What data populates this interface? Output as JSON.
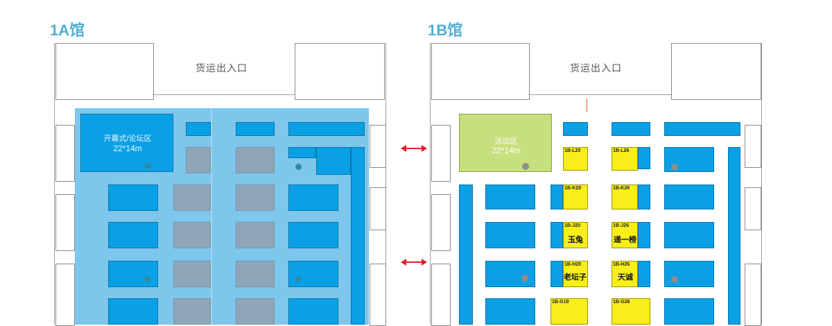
{
  "halls": [
    {
      "title": "1A馆",
      "dock_label": "货运出入口",
      "zone": {
        "name": "开幕式/论坛区",
        "size": "22*14m"
      }
    },
    {
      "title": "1B馆",
      "dock_label": "货运出入口",
      "zone": {
        "name": "活动区",
        "size": "22*14m"
      }
    }
  ],
  "booths_1b": [
    {
      "code": "1B-L20",
      "name": ""
    },
    {
      "code": "1B-L26",
      "name": ""
    },
    {
      "code": "1B-K20",
      "name": ""
    },
    {
      "code": "1B-K26",
      "name": ""
    },
    {
      "code": "1B-J20",
      "name": "玉兔"
    },
    {
      "code": "1B-J26",
      "name": "递一榜"
    },
    {
      "code": "1B-H20",
      "name": "老坛子"
    },
    {
      "code": "1B-H26",
      "name": "天诚"
    },
    {
      "code": "1B-G19",
      "name": ""
    },
    {
      "code": "1B-G26",
      "name": ""
    }
  ],
  "colors": {
    "hall_title": "#4fb0d4",
    "zone_1a": "#7dc6ec",
    "zone_1b": "#c7df7e",
    "booth_blue": "#0aa0e6",
    "booth_yellow": "#f7ee1a",
    "connector": "#e02020"
  }
}
